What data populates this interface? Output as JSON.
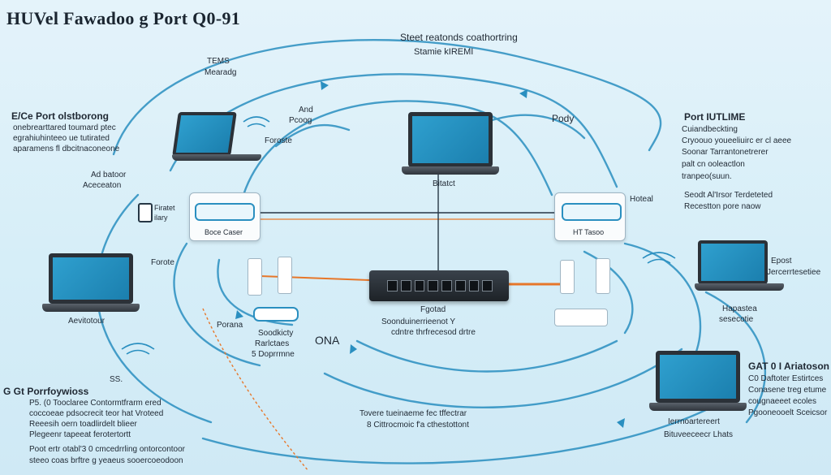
{
  "title": "HUVel Fawadoo g Port Q0-91",
  "top_center": {
    "line1": "Steet reatonds coathortring",
    "line2": "Stamie kIREMI"
  },
  "tems": {
    "line1": "TEMS",
    "line2": "Mearadg"
  },
  "left_panel": {
    "header": "E/Ce Port olstborong",
    "lines": [
      "onebrearttared toumard ptec",
      "egrahiuhinteeo ue tutirated",
      "aparamens fl dbcitnaconeone"
    ]
  },
  "and_label": {
    "line1": "And",
    "line2": "Pcoog"
  },
  "foroste": "Foroste",
  "ad_batoor": {
    "line1": "Ad batoor",
    "line2": "Aceceaton"
  },
  "firatet": {
    "line1": "Firatet",
    "line2": "ilary"
  },
  "pody_label": "Pody",
  "bitatct": "Bitatct",
  "right_panel": {
    "header": "Port IUTLIME",
    "lines": [
      "Cuiandbeckting",
      "Cryoouo youeeliuirc er cl aeee",
      "Soonar Tarrantonetrerer",
      "palt cn ooleactlon",
      "tranpeo(suun."
    ]
  },
  "hosteal": "Hoteal",
  "right_mid": {
    "line1": "Seodt Al'Irsor Terdeteted",
    "line2": "Recestton pore naow"
  },
  "boce_caser": "Boce Caser",
  "ht_tasoo": "HT Tasoo",
  "foroe": "Forote",
  "switch_labels": {
    "line1": "Fgotad",
    "line2": "Soonduinerrieenot Y",
    "line3": "cdntre thrfrecesod drtre"
  },
  "ona": "ONA",
  "porana": "Porana",
  "sood_labels": [
    "Soodkicty",
    "Rarlctaes",
    "5 Doprrmne"
  ],
  "aevitotour": "Aevitotour",
  "eposti": {
    "line1": "Epost",
    "line2": "Jercerrtesetiee"
  },
  "hapastea": {
    "line1": "Hapastea",
    "line2": "sesecotie"
  },
  "ss_label": "SS.",
  "bottom_left": {
    "header": "G Gt Porrfoywioss",
    "lines": [
      "P5. (0 Tooclaree Contormtfrarm ered",
      "coccoeae pdsocrecit teor hat Vroteed",
      "Reeesih oern toadlirdelt blieer",
      "Plegeenr tapeeat ferotertortt",
      "Poot ertr otabl'3 0 cmcedrrling ontorcontoor",
      "steeo coas brftre g yeaeus sooercoeodoon"
    ]
  },
  "bottom_center": {
    "line1": "Tovere tueinaeme fec tffectrar",
    "line2": "8 Cittrocmoic f'a cthestottont"
  },
  "bottom_right": {
    "header": "GAT 0 I Ariatoson",
    "lines": [
      "C0 Daftoter Estirtces",
      "Conasene treg etume",
      "cougnaeeet ecoles",
      "Pgooneooelt Sceicsor"
    ]
  },
  "laptop_br_labels": {
    "line1": "Ierrnoartereert",
    "line2": "Bituveeceecr Lhats"
  },
  "colors": {
    "cable_blue": "#2a8fc0",
    "cable_orange": "#e7772a",
    "screen_blue": "#1f8ec0",
    "background": "#dcf0f9"
  }
}
